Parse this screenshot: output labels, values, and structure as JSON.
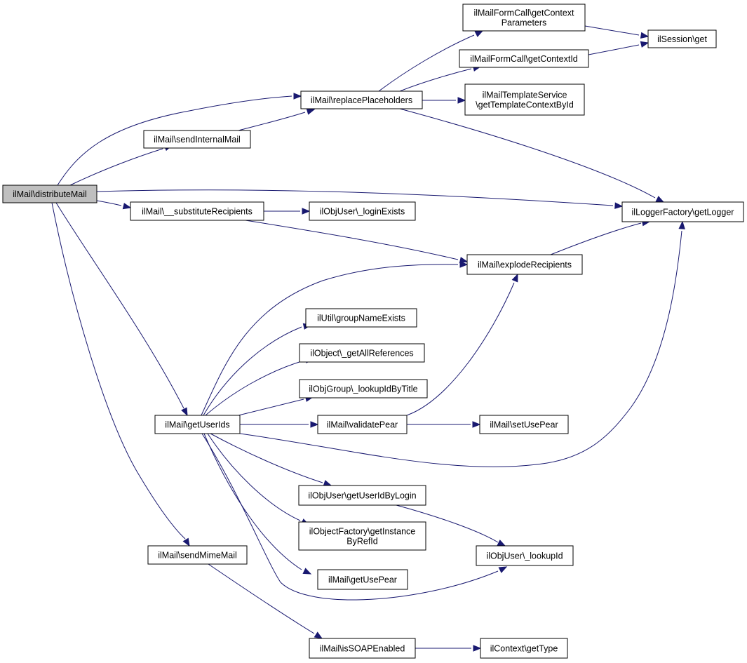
{
  "colors": {
    "edge": "#191970",
    "root_fill": "#bfbfbf",
    "node_fill": "#ffffff",
    "node_border": "#000000"
  },
  "nodes": {
    "distributeMail": [
      "ilMail\\distributeMail"
    ],
    "sendInternalMail": [
      "ilMail\\sendInternalMail"
    ],
    "replacePlaceholders": [
      "ilMail\\replacePlaceholders"
    ],
    "getContextParameters": [
      "ilMailFormCall\\getContext",
      "Parameters"
    ],
    "getContextId": [
      "ilMailFormCall\\getContextId"
    ],
    "sessionGet": [
      "ilSession\\get"
    ],
    "getTemplateContextById": [
      "ilMailTemplateService",
      "\\getTemplateContextById"
    ],
    "getLogger": [
      "ilLoggerFactory\\getLogger"
    ],
    "substituteRecipients": [
      "ilMail\\__substituteRecipients"
    ],
    "loginExists": [
      "ilObjUser\\_loginExists"
    ],
    "explodeRecipients": [
      "ilMail\\explodeRecipients"
    ],
    "groupNameExists": [
      "ilUtil\\groupNameExists"
    ],
    "getAllReferences": [
      "ilObject\\_getAllReferences"
    ],
    "lookupIdByTitle": [
      "ilObjGroup\\_lookupIdByTitle"
    ],
    "getUserIds": [
      "ilMail\\getUserIds"
    ],
    "validatePear": [
      "ilMail\\validatePear"
    ],
    "setUsePear": [
      "ilMail\\setUsePear"
    ],
    "getUserIdByLogin": [
      "ilObjUser\\getUserIdByLogin"
    ],
    "getInstanceByRefId": [
      "ilObjectFactory\\getInstance",
      "ByRefId"
    ],
    "lookupId": [
      "ilObjUser\\_lookupId"
    ],
    "getUsePear": [
      "ilMail\\getUsePear"
    ],
    "sendMimeMail": [
      "ilMail\\sendMimeMail"
    ],
    "isSOAPEnabled": [
      "ilMail\\isSOAPEnabled"
    ],
    "getType": [
      "ilContext\\getType"
    ]
  }
}
